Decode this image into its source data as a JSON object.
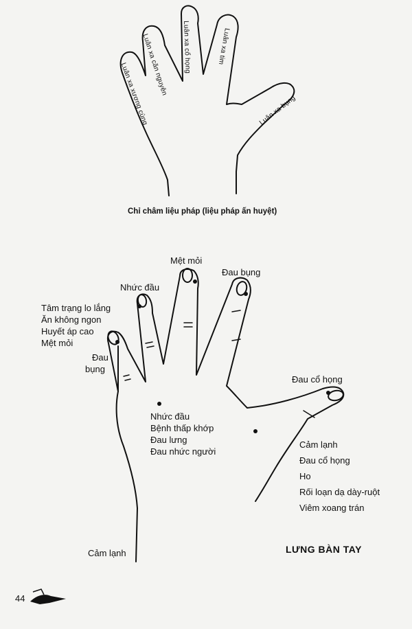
{
  "upper_figure": {
    "finger_labels": [
      "Luân xa xương cùng",
      "Luân xa căn nguyên",
      "Luân xa cổ họng",
      "Luân xa tim",
      "Luân xa bụng"
    ],
    "caption": "Chỉ châm liệu pháp (liệu pháp ấn huyệt)"
  },
  "lower_figure": {
    "pinky_list": [
      "Tâm trạng lo lắng",
      "Ăn không ngon",
      "Huyết áp cao",
      "Mệt mỏi"
    ],
    "pinky_joint": [
      "Đau",
      "bụng"
    ],
    "ring_tip": "Nhức đầu",
    "middle_tip": "Mệt mỏi",
    "index_tip": "Đau bụng",
    "thumb_tip": "Đau cổ họng",
    "palm_point_list": [
      "Nhức đầu",
      "Bệnh thấp khớp",
      "Đau lưng",
      "Đau nhức người"
    ],
    "thumb_web_list": [
      "Cảm lạnh",
      "Đau cổ họng",
      "Ho",
      "Rối loạn dạ dày-ruột",
      "Viêm xoang trán"
    ],
    "wrist": "Cảm lạnh",
    "title": "LƯNG BÀN TAY"
  },
  "page_number": "44",
  "colors": {
    "ink": "#111111",
    "paper": "#f4f4f2"
  }
}
